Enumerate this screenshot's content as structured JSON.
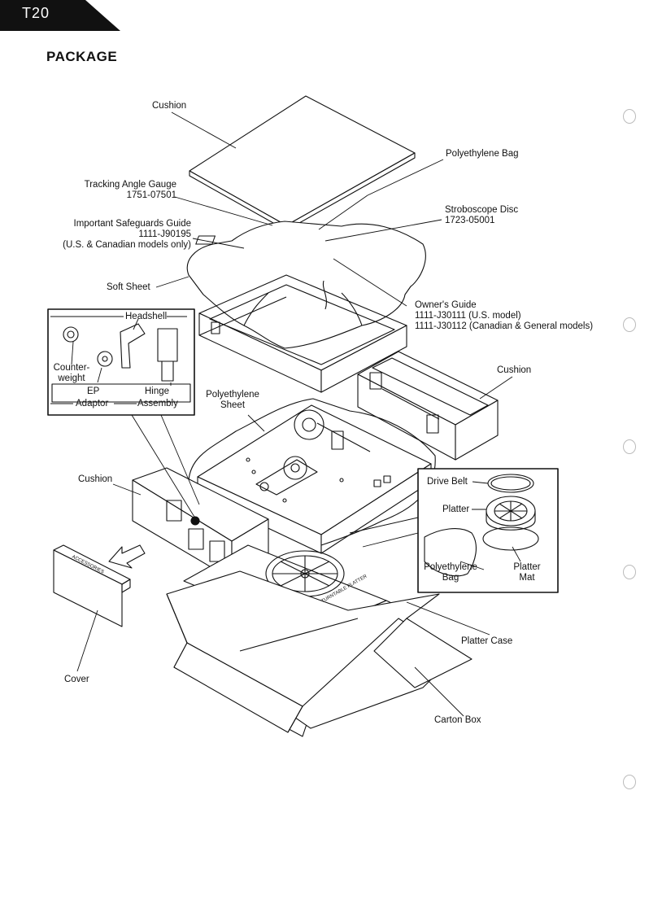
{
  "header": {
    "model_tab": "T20",
    "section_title": "PACKAGE"
  },
  "labels": {
    "cushion_top": "Cushion",
    "poly_bag": "Polyethylene Bag",
    "tracking_gauge": "Tracking Angle Gauge",
    "tracking_gauge_pn": "1751-07501",
    "stroboscope": "Stroboscope Disc",
    "stroboscope_pn": "1723-05001",
    "safeguards": "Important Safeguards Guide",
    "safeguards_pn": "1111-J90195",
    "safeguards_note": "(U.S. & Canadian models only)",
    "soft_sheet": "Soft Sheet",
    "owners_guide": "Owner's Guide",
    "owners_pn1": "1111-J30111 (U.S. model)",
    "owners_pn2": "1111-J30112 (Canadian & General models)",
    "headshell": "Headshell",
    "counterweight_1": "Counter-",
    "counterweight_2": "weight",
    "ep": "EP",
    "adaptor": "Adaptor",
    "hinge": "Hinge",
    "assembly": "Assembly",
    "cushion_right": "Cushion",
    "poly_sheet_1": "Polyethylene",
    "poly_sheet_2": "Sheet",
    "cushion_left": "Cushion",
    "drive_belt": "Drive Belt",
    "platter": "Platter",
    "poly_bag2_1": "Polyethylene",
    "poly_bag2_2": "Bag",
    "platter_mat_1": "Platter",
    "platter_mat_2": "Mat",
    "platter_case": "Platter Case",
    "cover": "Cover",
    "carton_box": "Carton Box",
    "accessories_print": "ACCESSORIES",
    "platter_case_print": "TURNTABLE PLATTER"
  }
}
